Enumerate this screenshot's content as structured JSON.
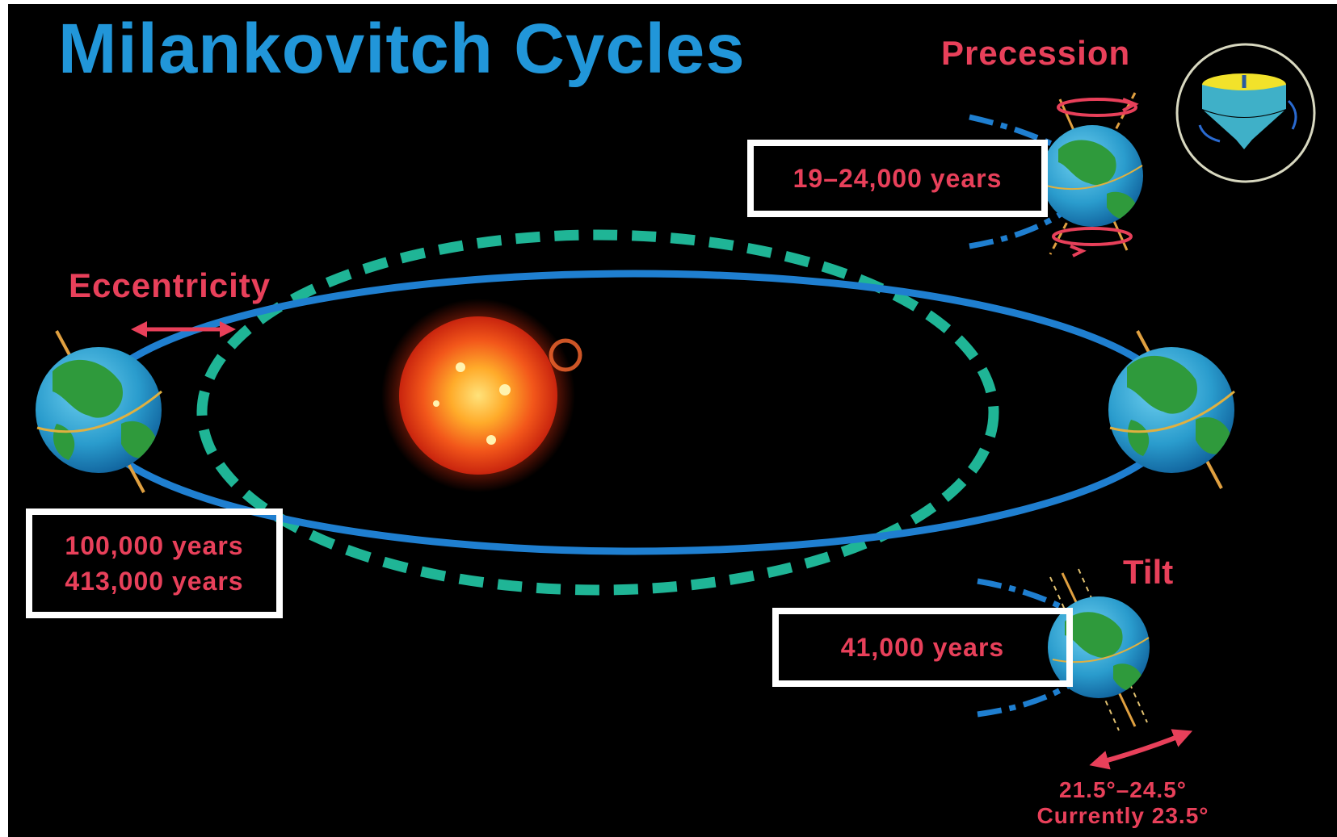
{
  "title": "Milankovitch Cycles",
  "precession": {
    "label": "Precession",
    "period": "19–24,000 years"
  },
  "eccentricity": {
    "label": "Eccentricity",
    "periods": [
      "100,000 years",
      "413,000 years"
    ]
  },
  "tilt": {
    "label": "Tilt",
    "period": "41,000 years",
    "range": "21.5°–24.5°",
    "current": "Currently 23.5°"
  },
  "colors": {
    "background": "#000000",
    "title": "#2196d9",
    "label": "#e8405a",
    "orbit_solid": "#1f7fd0",
    "orbit_dashed": "#1fb596",
    "box_border": "#ffffff"
  },
  "icons": [
    "sun-icon",
    "earth-icon",
    "spinning-top-icon",
    "double-arrow-icon"
  ]
}
